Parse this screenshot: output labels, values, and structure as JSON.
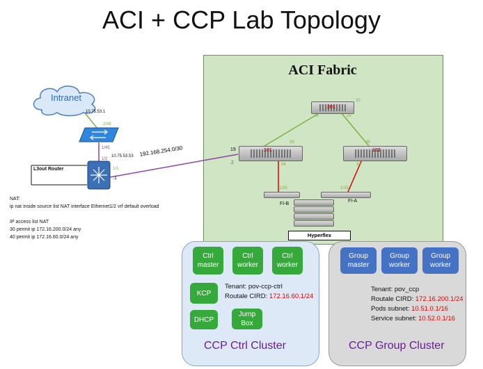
{
  "title": "ACI + CCP Lab Topology",
  "fabric": {
    "title": "ACI Fabric",
    "spine": {
      "id": "201",
      "port": "32"
    },
    "leaf1": {
      "id": "101",
      "port_left": "19",
      "port_up": "59",
      "port_down": "34"
    },
    "leaf2": {
      "id": "102",
      "port_up": "49",
      "port_down": "34"
    },
    "spine_ports": {
      "left": "26",
      "right": "25"
    },
    "fi_b": {
      "label": "FI-B",
      "port": "1/33"
    },
    "fi_a": {
      "label": "FI-A",
      "port": "1/33"
    },
    "hyperflex": "Hyperflex"
  },
  "left": {
    "intranet": "Intranet",
    "intranet_ip": "10.75.53.1",
    "switch_port_top": "2/48",
    "switch_port_bottom": "1/45",
    "router_ip": "10.75.53.53",
    "router_label": "L3out Router",
    "router_port_top": "1/2",
    "router_port_right": "1/1",
    "router_suffix": ".1",
    "subnet": "192.168.254.0/30",
    "leaf_suffix": ".2"
  },
  "nat": {
    "lines": [
      "NAT:",
      "ip nat inside source list NAT interface Ethernet1/2 vrf default overload",
      "",
      "IP access list NAT",
      "    30 permit ip 172.16.200.0/24 any",
      "    40 permit ip 172.16.60.0/24 any"
    ]
  },
  "ctrl_cluster": {
    "title": "CCP Ctrl Cluster",
    "nodes": [
      {
        "line1": "Ctrl",
        "line2": "master"
      },
      {
        "line1": "Ctrl",
        "line2": "worker"
      },
      {
        "line1": "Ctrl",
        "line2": "worker"
      }
    ],
    "kcp": "KCP",
    "dhcp": "DHCP",
    "jumpbox": {
      "line1": "Jump",
      "line2": "Box"
    },
    "tenant_label": "Tenant:",
    "tenant_value": "pov-ccp-ctrl",
    "cird_label": "Routale CIRD:",
    "cird_value": "172.16.60.1/24"
  },
  "group_cluster": {
    "title": "CCP Group Cluster",
    "nodes": [
      {
        "line1": "Group",
        "line2": "master"
      },
      {
        "line1": "Group",
        "line2": "worker"
      },
      {
        "line1": "Group",
        "line2": "worker"
      }
    ],
    "tenant_label": "Tenant:",
    "tenant_value": "pov_ccp",
    "cird_label": "Routale CIRD:",
    "cird_value": "172.16.200.1/24",
    "pods_label": "Pods subnet:",
    "pods_value": "10.51.0.1/16",
    "svc_label": "Service subnet:",
    "svc_value": "10.52.0.1/16"
  },
  "colors": {
    "fabric_bg": "#cfe5c4",
    "green_link": "#7cb342",
    "red_link": "#e00000",
    "purple_link": "#8e44ad",
    "node_green": "#35a93a",
    "node_blue": "#4472c4"
  }
}
